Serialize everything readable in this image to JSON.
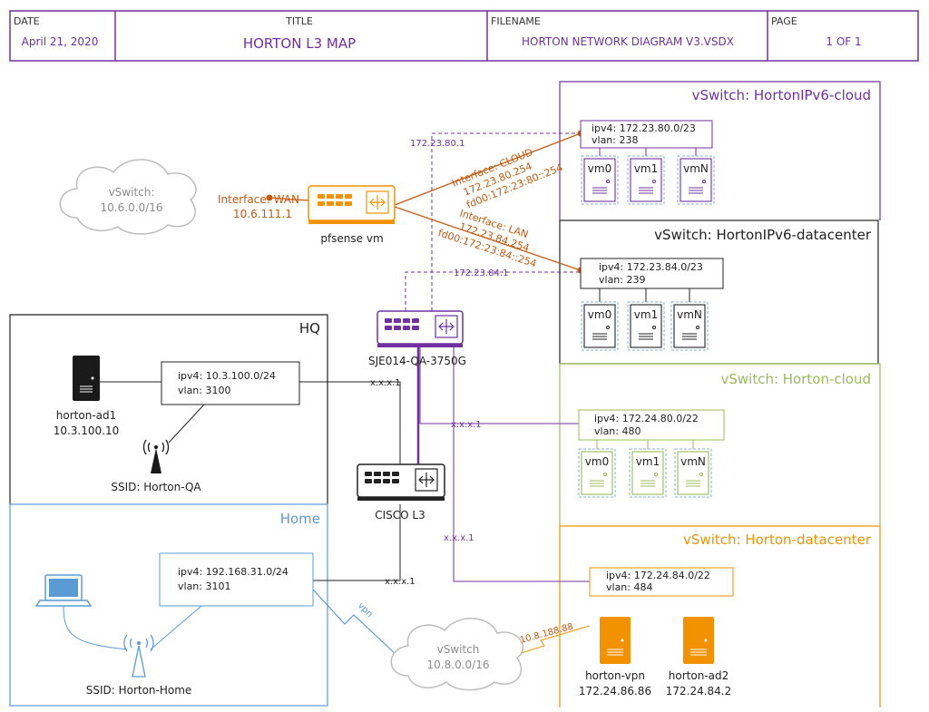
{
  "colors": {
    "purple": "#7030a0",
    "orange": "#c55a11",
    "orange_fill": "#f39200",
    "olive": "#9bbb59",
    "black": "#222222",
    "blue": "#5b9bd5",
    "grey": "#a6a6a6"
  },
  "title_block": {
    "date_label": "DATE",
    "date_value": "April 21, 2020",
    "title_label": "TITLE",
    "title_value": "HORTON L3 MAP",
    "filename_label": "FILENAME",
    "filename_value": "HORTON NETWORK DIAGRAM V3.VSDX",
    "page_label": "PAGE",
    "page_value": "1 OF 1"
  },
  "zones": {
    "ipv6_cloud": "vSwitch: HortonIPv6-cloud",
    "ipv6_datacenter": "vSwitch: HortonIPv6-datacenter",
    "cloud": "vSwitch: Horton-cloud",
    "datacenter": "vSwitch: Horton-datacenter",
    "hq": "HQ",
    "home": "Home"
  },
  "subnets": {
    "ipv6_cloud": {
      "ipv4": "ipv4: 172.23.80.0/23",
      "vlan": "vlan: 238"
    },
    "ipv6_datacenter": {
      "ipv4": "ipv4: 172.23.84.0/23",
      "vlan": "vlan: 239"
    },
    "cloud": {
      "ipv4": "ipv4: 172.24.80.0/22",
      "vlan": "vlan: 480"
    },
    "datacenter": {
      "ipv4": "ipv4: 172.24.84.0/22",
      "vlan": "vlan: 484"
    },
    "hq": {
      "ipv4": "ipv4: 10.3.100.0/24",
      "vlan": "vlan: 3100"
    },
    "home": {
      "ipv4": "ipv4: 192.168.31.0/24",
      "vlan": "vlan: 3101"
    }
  },
  "vms": [
    "vm0",
    "vm1",
    "vmN"
  ],
  "devices": {
    "pfsense": "pfsense vm",
    "sje": "SJE014-QA-3750G",
    "cisco": "CISCO L3",
    "horton_ad1_name": "horton-ad1",
    "horton_ad1_ip": "10.3.100.10",
    "ssid_qa": "SSID: Horton-QA",
    "ssid_home": "SSID: Horton-Home",
    "horton_vpn_name": "horton-vpn",
    "horton_vpn_ip": "172.24.86.86",
    "horton_ad2_name": "horton-ad2",
    "horton_ad2_ip": "172.24.84.2"
  },
  "clouds": {
    "wan_name": "vSwitch:",
    "wan_net": "10.6.0.0/16",
    "vpn_name": "vSwitch",
    "vpn_net": "10.8.0.0/16"
  },
  "interfaces": {
    "wan_name": "Interface: WAN",
    "wan_ip": "10.6.111.1",
    "cloud_name": "Interface: CLOUD",
    "cloud_ip4": "172.23.80.254",
    "cloud_ip6": "fd00:172:23:80::254",
    "lan_name": "Interface: LAN",
    "lan_ip4": "172.23.84.254",
    "lan_ip6": "fd00:172:23:84::254"
  },
  "links": {
    "gw_80": "172.23.80.1",
    "gw_84": "172.23.84.1",
    "hq_gw": "x.x.x.1",
    "cloud_gw": "x.x.x.1",
    "dc_gw": "x.x.x.1",
    "home_gw": "x.x.x.1",
    "vpn_label": "vpn",
    "vpn_ip": "10.8.188.88"
  }
}
